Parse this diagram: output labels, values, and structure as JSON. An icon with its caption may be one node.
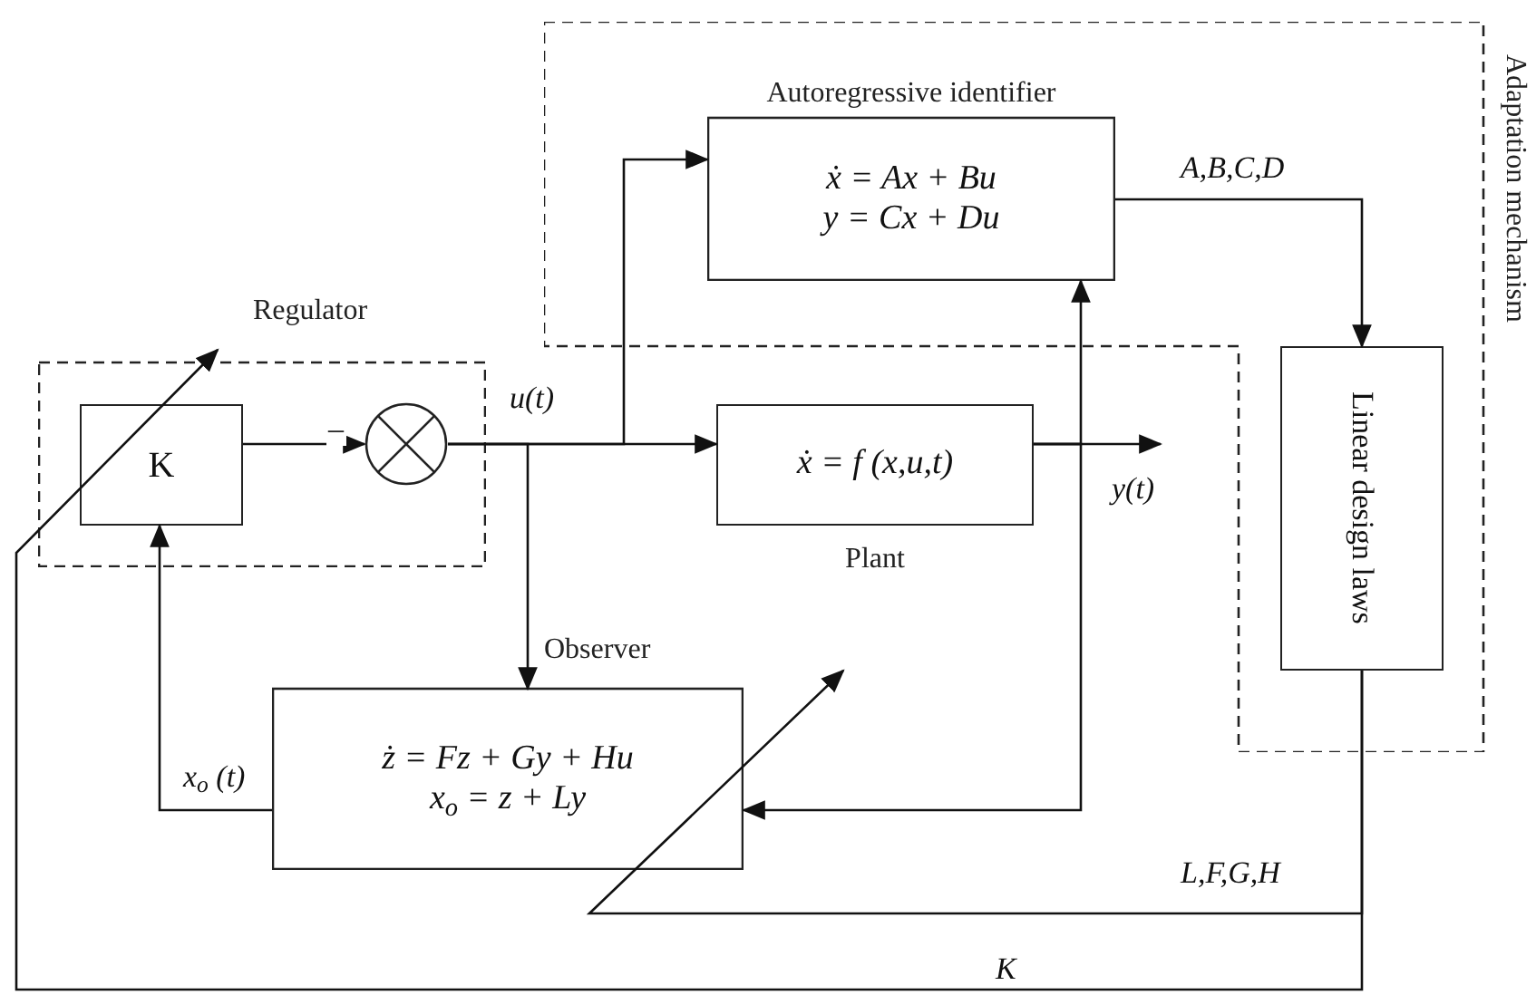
{
  "diagram": {
    "nodes": [
      {
        "text": [
          "Adaptation mechanism"
        ]
      },
      {
        "text": [
          "Regulator"
        ]
      },
      {
        "text": [
          "K"
        ],
        "in": 1
      },
      {
        "text": [],
        "shape": "circle",
        "in": 1
      },
      {
        "text": [
          "Autoregressive identifier",
          "ẋ = Ax + Bu",
          "y = Cx + Du"
        ],
        "in": 0
      },
      {
        "text": [
          "ẋ = f (x,u,t)"
        ],
        "beside": [
          "Plant"
        ]
      },
      {
        "text": [
          "Linear design laws"
        ],
        "in": 0
      },
      {
        "text": [
          "Observer",
          "ż = Fz + Gy + Hu",
          "x$_{o}$ = z + Ly"
        ]
      }
    ],
    "edges": [
      {
        "from": 2,
        "to": 3,
        "arrow": "to",
        "label": "–"
      },
      {
        "from": 3,
        "to": 5,
        "arrow": "to",
        "label": "u(t)"
      },
      {
        "from": 3,
        "to": 4,
        "arrow": "to"
      },
      {
        "from": 3,
        "to": 7,
        "arrow": "to"
      },
      {
        "from": 5,
        "to": null,
        "arrow": "to",
        "label": "y(t)"
      },
      {
        "from": 5,
        "to": 4,
        "arrow": "to"
      },
      {
        "from": 5,
        "to": 7,
        "arrow": "to"
      },
      {
        "from": 4,
        "to": 6,
        "arrow": "to",
        "label": "A,B,C,D"
      },
      {
        "from": 7,
        "to": 2,
        "arrow": "to",
        "label": "x$_{o}$ (t)"
      },
      {
        "from": 6,
        "to": 7,
        "arrow": "to",
        "label": "L,F,G,H"
      },
      {
        "from": 6,
        "to": 2,
        "arrow": "to",
        "label": "K"
      }
    ]
  }
}
